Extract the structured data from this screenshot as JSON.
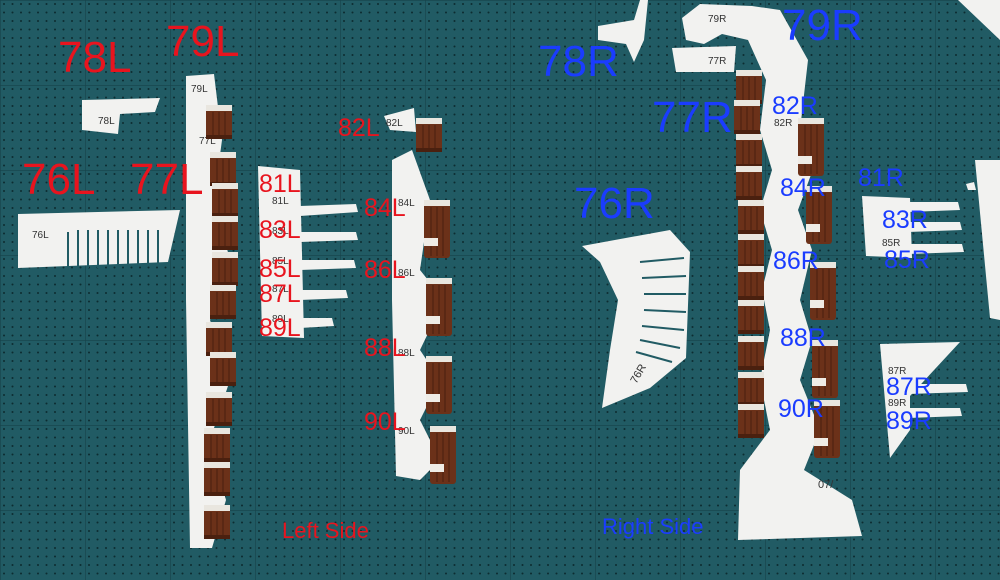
{
  "colors": {
    "mat": "#1f5a63",
    "grid": "#0f3237",
    "paper": "#f2f2f0",
    "wood": "#6a3119",
    "left_label": "#e8141e",
    "right_label": "#1a3cff"
  },
  "left_labels": {
    "l78": "78L",
    "l79": "79L",
    "l76": "76L",
    "l77": "77L",
    "l81": "81L",
    "l83": "83L",
    "l85": "85L",
    "l87": "87L",
    "l89": "89L",
    "l82": "82L",
    "l84": "84L",
    "l86": "86L",
    "l88": "88L",
    "l90": "90L",
    "side": "Left Side"
  },
  "right_labels": {
    "r78": "78R",
    "r79": "79R",
    "r77": "77R",
    "r76": "76R",
    "r82": "82R",
    "r84": "84R",
    "r86": "86R",
    "r88": "88R",
    "r90": "90R",
    "r81": "81R",
    "r83": "83R",
    "r85": "85R",
    "r87": "87R",
    "r89": "89R",
    "side": "Right Side"
  },
  "printed": {
    "p78L": "78L",
    "p79L": "79L",
    "p77L": "77L",
    "p76L": "76L",
    "p81L": "81L",
    "p83L": "83L",
    "p85L": "85L",
    "p87L": "87L",
    "p89L": "89L",
    "p82L": "82L",
    "p84L": "84L",
    "p86L": "86L",
    "p88L": "88L",
    "p90L": "90L",
    "p79R": "79R",
    "p77R": "77R",
    "p82R": "82R",
    "p76R": "76R",
    "p85R": "85R",
    "p87R": "87R",
    "p89R": "89R",
    "p07": "07/"
  }
}
